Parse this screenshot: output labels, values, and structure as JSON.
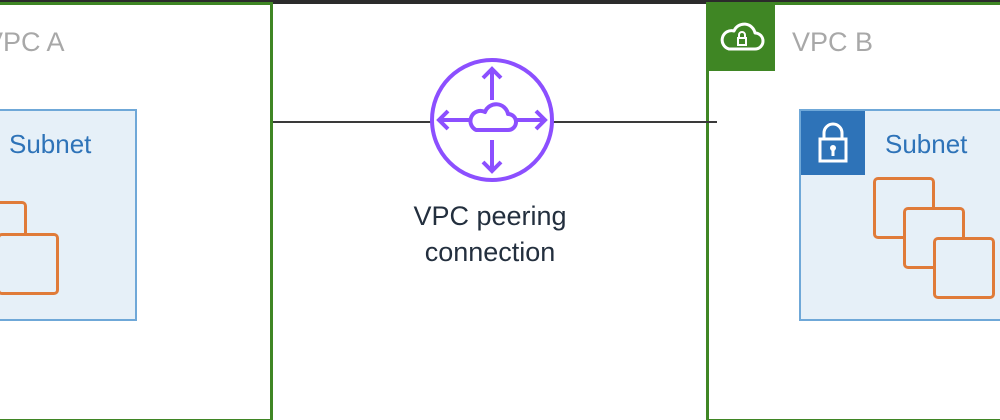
{
  "vpc_a": {
    "label": "VPC A",
    "subnet": {
      "label": "Subnet"
    }
  },
  "vpc_b": {
    "label": "VPC B",
    "subnet": {
      "label": "Subnet"
    }
  },
  "peering": {
    "label_line1": "VPC peering",
    "label_line2": "connection"
  },
  "icons": {
    "vpc_cloud": "cloud-icon",
    "subnet_lock": "lock-icon",
    "peering": "peering-icon",
    "instances": "ec2-instances-icon"
  },
  "colors": {
    "vpc_border": "#3f8624",
    "subnet_border": "#6fa8d8",
    "subnet_fill": "#e6f0f8",
    "instance": "#e07b39",
    "peering": "#8c4fff",
    "label_blue": "#2e73b8"
  }
}
